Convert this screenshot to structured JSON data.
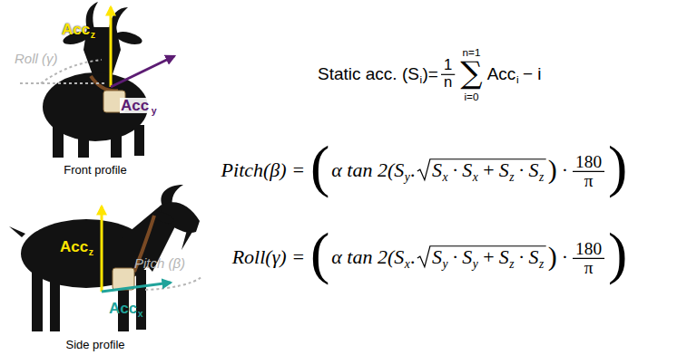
{
  "diagram": {
    "labels": [
      "Acc",
      "z",
      "Roll (γ)",
      "Acc",
      "y",
      "Front profile",
      "Acc",
      "z",
      "Pitch (β)",
      "Acc",
      "x",
      "Side profile",
      "Static acc. (S",
      "i",
      ")=",
      "1",
      "n",
      "n=1",
      "∑",
      "i=0",
      "Acc",
      "i",
      "− i",
      "Pitch(β) =",
      "(",
      "α tan 2(S",
      "y",
      ".",
      "S",
      "x",
      "·",
      "S",
      "x",
      "+",
      "S",
      "z",
      "·",
      "S",
      "z",
      ")",
      "·",
      "180",
      "π",
      ")",
      "Roll(γ) =",
      "(",
      "α tan 2(S",
      "x",
      ".",
      "S",
      "y",
      "·",
      "S",
      "y",
      "+",
      "S",
      "z",
      "·",
      "S",
      "z",
      ")",
      "·",
      "180",
      "π",
      ")"
    ]
  }
}
